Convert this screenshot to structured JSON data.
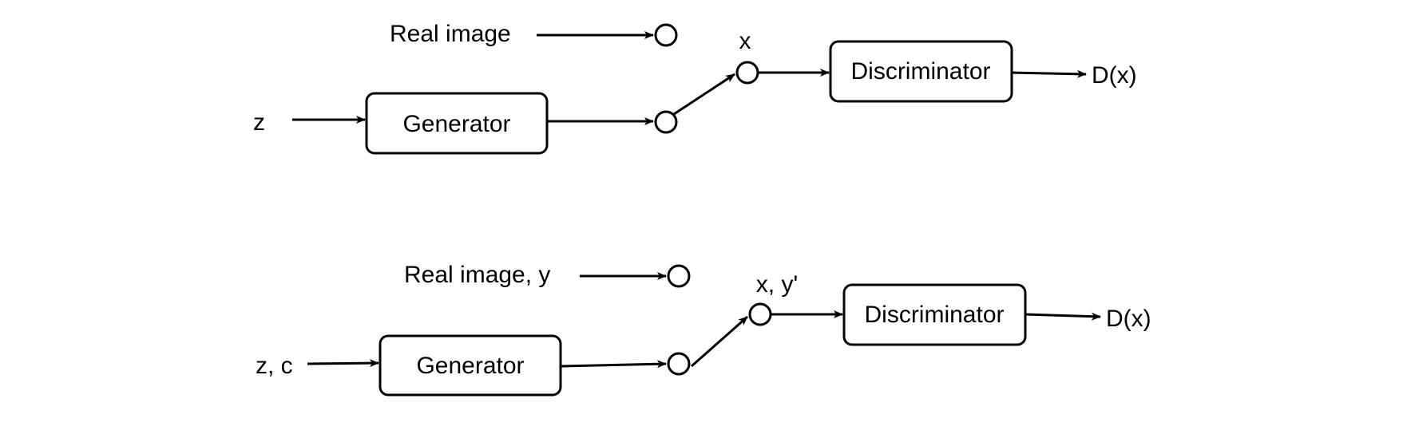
{
  "top": {
    "real_label": "Real image",
    "input_label": "z",
    "generator_label": "Generator",
    "mixed_label": "x",
    "discriminator_label": "Discriminator",
    "output_label": "D(x)"
  },
  "bottom": {
    "real_label": "Real image, y",
    "input_label": "z, c",
    "generator_label": "Generator",
    "mixed_label": "x, y'",
    "discriminator_label": "Discriminator",
    "output_label": "D(x)"
  }
}
